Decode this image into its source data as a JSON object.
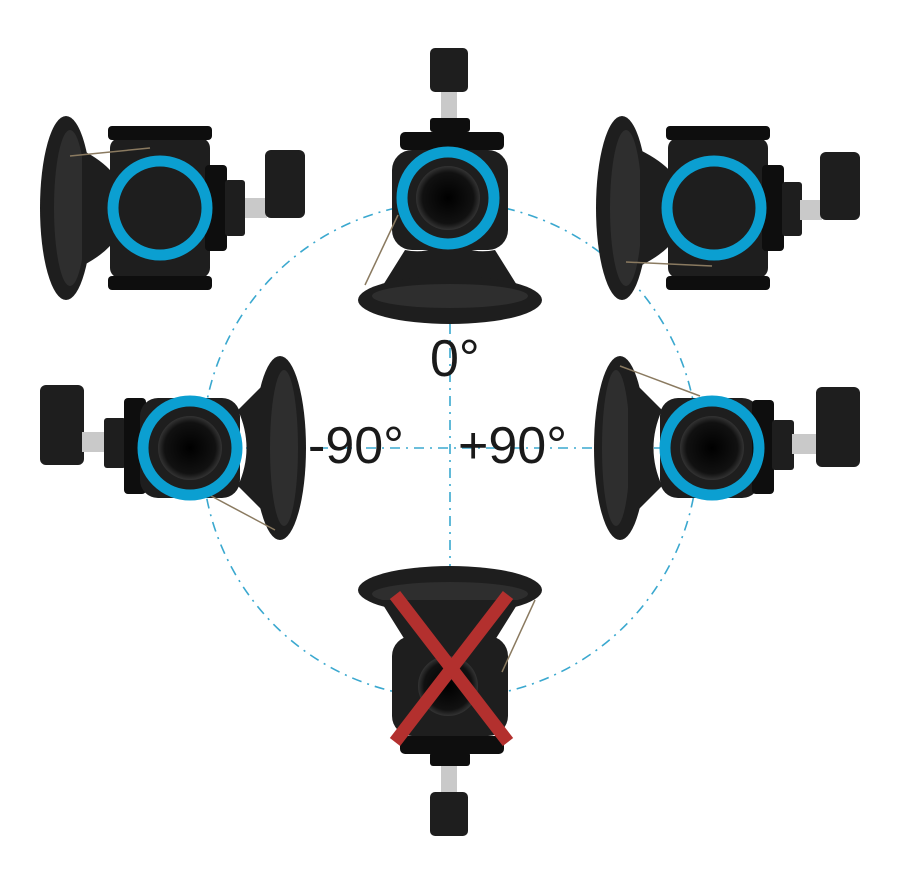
{
  "labels": {
    "zero": "0°",
    "minus90": "-90°",
    "plus90": "+90°"
  },
  "colors": {
    "ring": "#0b9fd1",
    "cross": "#b3302e",
    "dash": "#3aa8cf",
    "body": "#1e1e1e",
    "body_dark": "#0e0e0e",
    "metal": "#c9c9c9",
    "text": "#1a1a1a"
  },
  "valves": [
    {
      "id": "top-left",
      "state": "allowed"
    },
    {
      "id": "top",
      "state": "allowed"
    },
    {
      "id": "top-right",
      "state": "allowed"
    },
    {
      "id": "left",
      "state": "allowed"
    },
    {
      "id": "right",
      "state": "allowed"
    },
    {
      "id": "bottom",
      "state": "not-allowed"
    }
  ]
}
